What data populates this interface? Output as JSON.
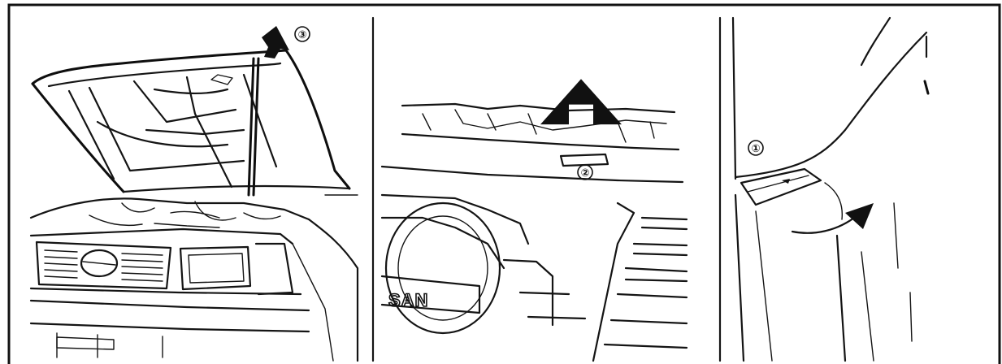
{
  "panels": [
    {
      "id": "hood-open",
      "step": "③"
    },
    {
      "id": "grille-release",
      "step": "②"
    },
    {
      "id": "hood-lever",
      "step": "①"
    }
  ],
  "badge_text": "SAN",
  "colors": {
    "ink": "#141414",
    "background": "#ffffff"
  }
}
